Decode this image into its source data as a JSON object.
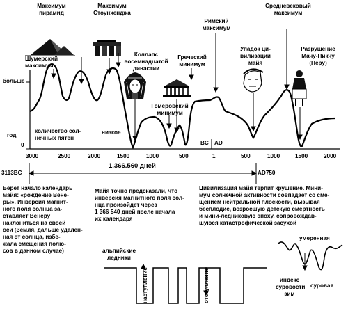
{
  "top_labels": {
    "pyramid_max": [
      "Максимум",
      "пирамид"
    ],
    "stonehenge_max": [
      "Максимум",
      "Стоунхенджа"
    ],
    "sumerian_max": [
      "Шумерский",
      "максимум"
    ],
    "dynasty_collapse": [
      "Коллапс",
      "восемнадцатой",
      "династии"
    ],
    "greek_min": [
      "Греческий",
      "минимум"
    ],
    "roman_max": [
      "Римский",
      "максимум"
    ],
    "medieval_max": [
      "Средневековый",
      "максимум"
    ],
    "maya_decline": [
      "Упадок ци-",
      "вилизации",
      "майя"
    ],
    "machu_picchu": [
      "Разрушение",
      "Мачу-Пикчу",
      "(Перу)"
    ],
    "homer_min": [
      "Гомеровский",
      "минимум"
    ]
  },
  "y_axis": {
    "high": "больше",
    "unit": "год",
    "zero": "0"
  },
  "sunspots_label": [
    "количество сол-",
    "нечных пятен"
  ],
  "low_label": "низкое",
  "era_labels": {
    "bc": "BC",
    "ad": "AD"
  },
  "x_ticks": [
    "3000",
    "2500",
    "2000",
    "1500",
    "1000",
    "500",
    "1",
    "500",
    "1000",
    "1500",
    "2000"
  ],
  "span": {
    "start": "3113BC",
    "end": "AD750",
    "days": "1.366.560 дней"
  },
  "text_blocks": {
    "venus": [
      "Берет начало календарь",
      "майя: «рождение Вене-",
      "ры». Инверсия магнит-",
      "ного поля солнца за-",
      "ставляет Венеру",
      "наклониться на своей",
      "оси (Земля, дальше удален-",
      "ная от солнца, избе-",
      "жала смещения полю-",
      "сов в данном случае)"
    ],
    "prediction": [
      "Майя точно предсказали, что",
      "инверсия магнитного поля сол-",
      "нца произойдет через",
      "1 366 540 дней после начала",
      "их календаря"
    ],
    "collapse": [
      "Цивилизация майя терпит крушение. Мини-",
      "мум солнечной активности совпадает со сме-",
      "щением нейтральной плоскости, вызывая",
      "бесплодие, возросшую детскую смертность",
      "и мини-ледниковую эпоху, сопровождав-",
      "шуюся катастрофической засухой"
    ]
  },
  "glacier": {
    "label": [
      "альпийские",
      "ледники"
    ],
    "advance": "наступление",
    "retreat": "отступление",
    "winter_index": [
      "индекс",
      "суровости",
      "зим"
    ],
    "temperate": "умеренная",
    "severe": "суровая"
  },
  "icons": [
    "pyramid-icon",
    "stonehenge-icon",
    "pharaoh-icon",
    "parthenon-icon",
    "maya-mask-icon",
    "inca-figure-icon"
  ]
}
